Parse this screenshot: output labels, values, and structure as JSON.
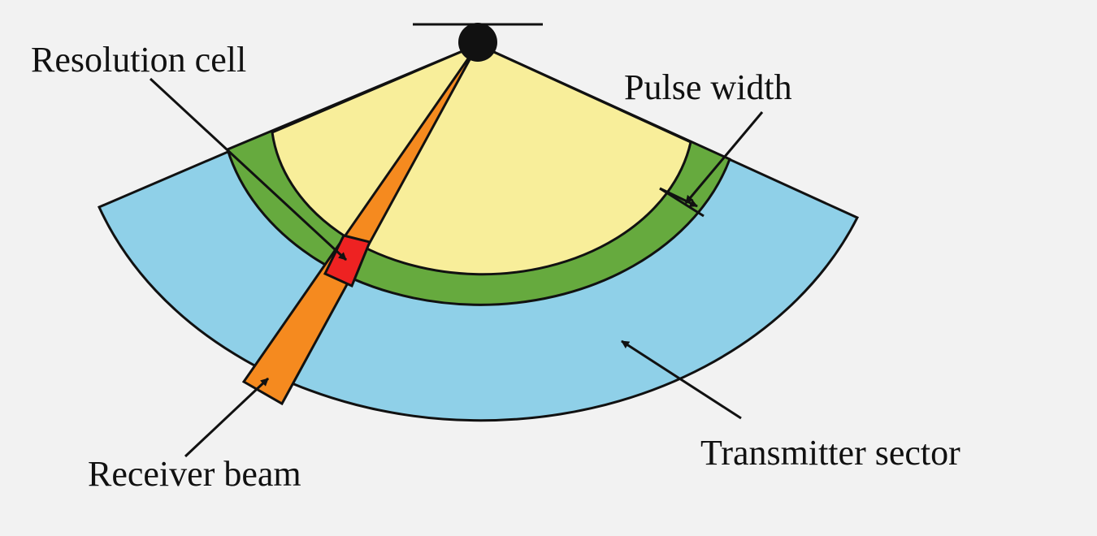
{
  "labels": {
    "resolution_cell": "Resolution cell",
    "pulse_width": "Pulse width",
    "receiver_beam": "Receiver beam",
    "transmitter_sector": "Transmitter sector"
  },
  "colors": {
    "background": "#f2f2f2",
    "transmitter_sector": "#8fd0e8",
    "near_field": "#f8ee9a",
    "pulse_band": "#66aa3e",
    "receiver_beam": "#f58a1f",
    "resolution_cell": "#ee2222",
    "outline": "#111111"
  }
}
